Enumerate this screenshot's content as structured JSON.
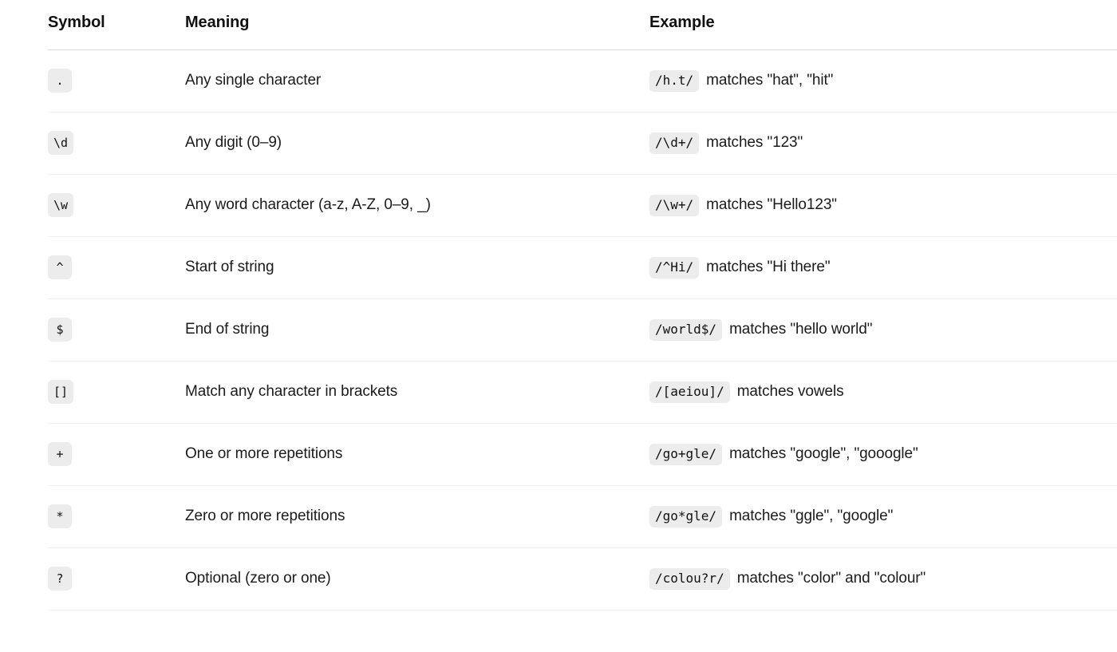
{
  "table": {
    "columns": [
      {
        "key": "symbol",
        "label": "Symbol"
      },
      {
        "key": "meaning",
        "label": "Meaning"
      },
      {
        "key": "example",
        "label": "Example"
      }
    ],
    "rows": [
      {
        "symbol": ".",
        "meaning": "Any single character",
        "example_code": "/h.t/",
        "example_note": "matches \"hat\", \"hit\""
      },
      {
        "symbol": "\\d",
        "meaning": "Any digit (0–9)",
        "example_code": "/\\d+/",
        "example_note": "matches \"123\""
      },
      {
        "symbol": "\\w",
        "meaning": "Any word character (a-z, A-Z, 0–9, _)",
        "example_code": "/\\w+/",
        "example_note": "matches \"Hello123\""
      },
      {
        "symbol": "^",
        "meaning": "Start of string",
        "example_code": "/^Hi/",
        "example_note": "matches \"Hi there\""
      },
      {
        "symbol": "$",
        "meaning": "End of string",
        "example_code": "/world$/",
        "example_note": "matches \"hello world\""
      },
      {
        "symbol": "[]",
        "meaning": "Match any character in brackets",
        "example_code": "/[aeiou]/",
        "example_note": "matches vowels"
      },
      {
        "symbol": "+",
        "meaning": "One or more repetitions",
        "example_code": "/go+gle/",
        "example_note": "matches \"google\", \"gooogle\""
      },
      {
        "symbol": "*",
        "meaning": "Zero or more repetitions",
        "example_code": "/go*gle/",
        "example_note": "matches \"ggle\", \"google\""
      },
      {
        "symbol": "?",
        "meaning": "Optional (zero or one)",
        "example_code": "/colou?r/",
        "example_note": "matches \"color\" and \"colour\""
      }
    ]
  },
  "colors": {
    "page_background": "#ffffff",
    "text": "#1b1b1b",
    "heading": "#111111",
    "chip_background": "#ececec",
    "header_rule": "#d8d8d8",
    "row_rule": "#f0f0f0"
  }
}
